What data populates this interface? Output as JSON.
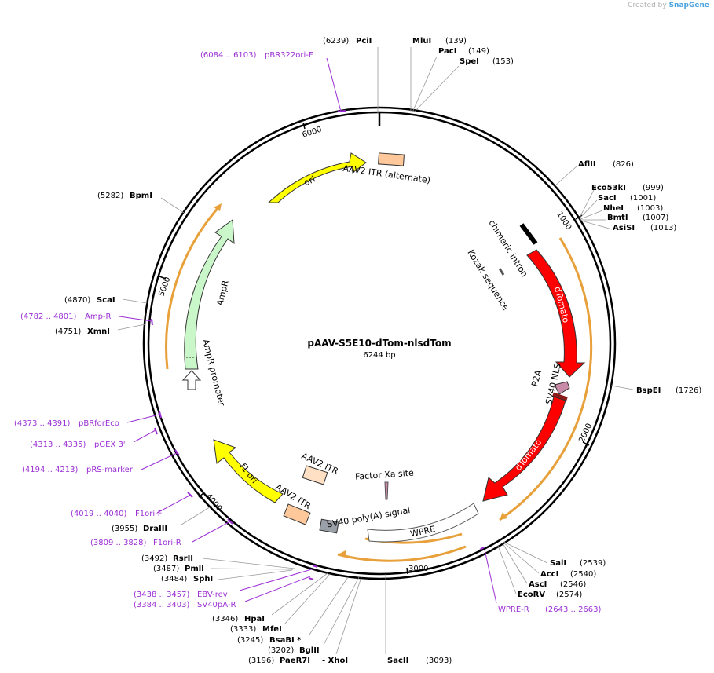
{
  "credit": {
    "created_by": "Created by",
    "brand": "SnapGene"
  },
  "plasmid": {
    "name": "pAAV-S5E10-dTom-nlsdTom",
    "length": "6244 bp"
  },
  "ruler": [
    "1000",
    "2000",
    "3000",
    "4000",
    "5000",
    "6000"
  ],
  "enzymes": [
    {
      "name": "PciI",
      "pos": "(6239)"
    },
    {
      "name": "MluI",
      "pos": "(139)"
    },
    {
      "name": "PacI",
      "pos": "(149)"
    },
    {
      "name": "SpeI",
      "pos": "(153)"
    },
    {
      "name": "AflII",
      "pos": "(826)"
    },
    {
      "name": "Eco53kI",
      "pos": "(999)"
    },
    {
      "name": "SacI",
      "pos": "(1001)"
    },
    {
      "name": "NheI",
      "pos": "(1003)"
    },
    {
      "name": "BmtI",
      "pos": "(1007)"
    },
    {
      "name": "AsiSI",
      "pos": "(1013)"
    },
    {
      "name": "BspEI",
      "pos": "(1726)"
    },
    {
      "name": "SalI",
      "pos": "(2539)"
    },
    {
      "name": "AccI",
      "pos": "(2540)"
    },
    {
      "name": "AscI",
      "pos": "(2546)"
    },
    {
      "name": "EcoRV",
      "pos": "(2574)"
    },
    {
      "name": "SacII",
      "pos": "(3093)"
    },
    {
      "name": "PaeR7I",
      "pos": "(3196)",
      "extra": "- XhoI"
    },
    {
      "name": "BglII",
      "pos": "(3202)"
    },
    {
      "name": "BsaBI *",
      "pos": "(3245)"
    },
    {
      "name": "MfeI",
      "pos": "(3333)"
    },
    {
      "name": "HpaI",
      "pos": "(3346)"
    },
    {
      "name": "SphI",
      "pos": "(3484)"
    },
    {
      "name": "PmlI",
      "pos": "(3487)"
    },
    {
      "name": "RsrII",
      "pos": "(3492)"
    },
    {
      "name": "DraIII",
      "pos": "(3955)"
    },
    {
      "name": "XmnI",
      "pos": "(4751)"
    },
    {
      "name": "ScaI",
      "pos": "(4870)"
    },
    {
      "name": "BpmI",
      "pos": "(5282)"
    }
  ],
  "primers": [
    {
      "range": "(6084 .. 6103)",
      "name": "pBR322ori-F"
    },
    {
      "range": "(4782 .. 4801)",
      "name": "Amp-R"
    },
    {
      "range": "(4373 .. 4391)",
      "name": "pBRforEco"
    },
    {
      "range": "(4313 .. 4335)",
      "name": "pGEX 3'"
    },
    {
      "range": "(4194 .. 4213)",
      "name": "pRS-marker"
    },
    {
      "range": "(4019 .. 4040)",
      "name": "F1ori-F"
    },
    {
      "range": "(3809 .. 3828)",
      "name": "F1ori-R"
    },
    {
      "range": "(3438 .. 3457)",
      "name": "EBV-rev"
    },
    {
      "range": "(3384 .. 3403)",
      "name": "SV40pA-R"
    },
    {
      "range": "(2643 .. 2663)",
      "name": "WPRE-R"
    }
  ],
  "features": {
    "ori": "ori",
    "itr_alt": "AAV2 ITR (alternate)",
    "chimeric_intron": "chimeric intron",
    "kozak": "Kozak sequence",
    "dtomato1": "dTomato",
    "p2a": "P2A",
    "sv40_nls": "SV40 NLS",
    "dtomato2": "dTomato",
    "factor_xa": "Factor Xa site",
    "wpre": "WPRE",
    "sv40_polya": "SV40 poly(A) signal",
    "itr1": "AAV2 ITR",
    "itr2": "AAV2 ITR",
    "f1_ori": "f1 ori",
    "ampr": "AmpR",
    "ampr_promoter": "AmpR promoter"
  },
  "colors": {
    "enzyme_text": "#000000",
    "position_text": "#000000",
    "primer_text": "#9b2fd4",
    "primer_mark": "#9b2fd4",
    "ori": "#ffff00",
    "itr": "#ffc89a",
    "intron": "#000000",
    "dtomato": "#ff0000",
    "p2a": "#c98aa8",
    "ampr": "#c9f7c9",
    "wpre": "#ffffff",
    "polya": "#9aa0a8",
    "orf": "#e8a03a"
  }
}
